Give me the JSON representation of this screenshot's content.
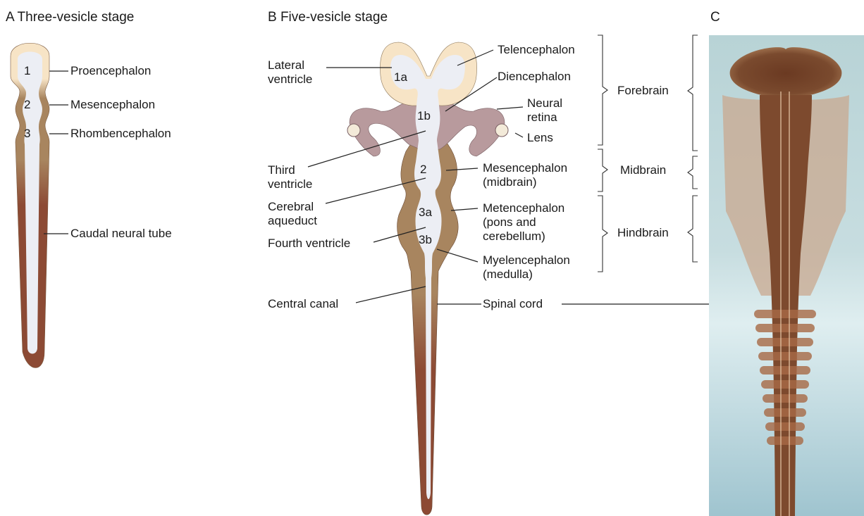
{
  "panels": {
    "a_title": "A  Three-vesicle stage",
    "b_title": "B  Five-vesicle stage",
    "c_title": "C"
  },
  "panel_a": {
    "nums": [
      "1",
      "2",
      "3"
    ],
    "labels": [
      "Proencephalon",
      "Mesencephalon",
      "Rhombencephalon",
      "Caudal neural tube"
    ]
  },
  "panel_b": {
    "nums": [
      "1a",
      "1b",
      "2",
      "3a",
      "3b"
    ],
    "left_labels": {
      "lateral_ventricle": "Lateral\nventricle",
      "third_ventricle": "Third\nventricle",
      "cerebral_aqueduct": "Cerebral\naqueduct",
      "fourth_ventricle": "Fourth ventricle",
      "central_canal": "Central canal"
    },
    "right_labels": {
      "telencephalon": "Telencephalon",
      "diencephalon": "Diencephalon",
      "neural_retina": "Neural\nretina",
      "lens": "Lens",
      "mesencephalon": "Mesencephalon\n(midbrain)",
      "metencephalon": "Metencephalon\n(pons and\ncerebellum)",
      "myelencephalon": "Myelencephalon\n(medulla)",
      "spinal_cord": "Spinal cord"
    },
    "divisions": [
      "Forebrain",
      "Midbrain",
      "Hindbrain"
    ]
  },
  "colors": {
    "proencephalon": "#f7e4c6",
    "diencephalon_retina": "#b89a9d",
    "mesencephalon": "#a8855f",
    "caudal_tube": "#8c4a34",
    "lumen": "#eceef4",
    "photo_background": "#a9cbd2"
  }
}
